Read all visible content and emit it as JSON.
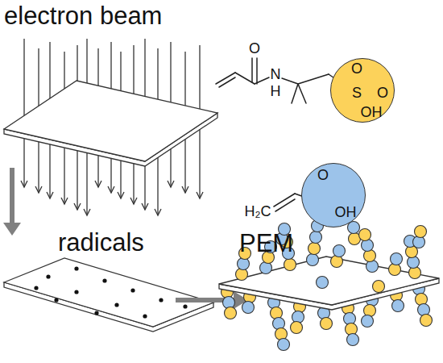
{
  "diagram": {
    "nodes": [
      {
        "text": [
          "O",
          "S",
          "O",
          "OH"
        ]
      },
      {
        "text": [
          "O",
          "OH"
        ]
      }
    ],
    "labels": [
      "electron beam",
      "O",
      "N",
      "H",
      "H₂C",
      "radicals",
      "PEM"
    ]
  }
}
